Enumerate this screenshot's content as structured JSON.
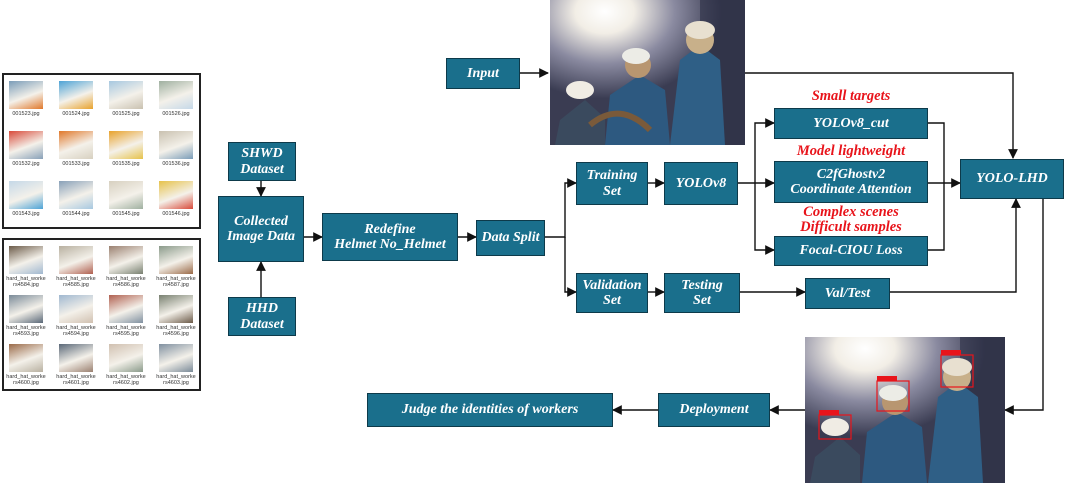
{
  "boxes": {
    "input": "Input",
    "shwd": "SHWD\nDataset",
    "hhd": "HHD\nDataset",
    "collected": "Collected\nImage Data",
    "redefine": "Redefine\nHelmet No_Helmet",
    "data_split": "Data Split",
    "training_set": "Training\nSet",
    "validation_set": "Validation\nSet",
    "testing_set": "Testing\nSet",
    "yolov8": "YOLOv8",
    "yolov8_cut": "YOLOv8_cut",
    "c2f": "C2fGhostv2\nCoordinate Attention",
    "focal": "Focal-CIOU Loss",
    "val_test": "Val/Test",
    "yolo_lhd": "YOLO-LHD",
    "deployment": "Deployment",
    "judge": "Judge the identities of workers"
  },
  "annotations": {
    "small_targets": "Small targets",
    "model_lightweight": "Model lightweight",
    "complex_scenes": "Complex scenes\nDifficult samples"
  },
  "dataset_panel_1": {
    "captions": [
      "001523.jpg",
      "001524.jpg",
      "001525.jpg",
      "001526.jpg",
      "001532.jpg",
      "001533.jpg",
      "001535.jpg",
      "001536.jpg",
      "001543.jpg",
      "001544.jpg",
      "001545.jpg",
      "001546.jpg"
    ]
  },
  "dataset_panel_2": {
    "captions": [
      "hard_hat_worke\nrs4584.jpg",
      "hard_hat_worke\nrs4585.jpg",
      "hard_hat_worke\nrs4586.jpg",
      "hard_hat_worke\nrs4587.jpg",
      "hard_hat_worke\nrs4593.jpg",
      "hard_hat_worke\nrs4594.jpg",
      "hard_hat_worke\nrs4595.jpg",
      "hard_hat_worke\nrs4596.jpg",
      "hard_hat_worke\nrs4600.jpg",
      "hard_hat_worke\nrs4601.jpg",
      "hard_hat_worke\nrs4602.jpg",
      "hard_hat_worke\nrs4603.jpg"
    ]
  },
  "colors": {
    "box_fill": "#1a6f8c",
    "annotation_red": "#e8141b",
    "arrow": "#111111"
  }
}
